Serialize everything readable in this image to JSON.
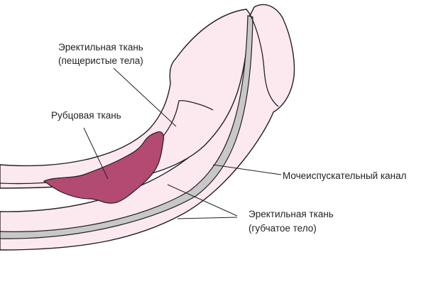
{
  "labels": {
    "erectile_cavernous_line1": "Эректильная ткань",
    "erectile_cavernous_line2": "(пещеристые тела)",
    "scar_tissue": "Рубцовая ткань",
    "urethra": "Мочеиспускательный канал",
    "erectile_spongy_line1": "Эректильная ткань",
    "erectile_spongy_line2": "(губчатое тело)"
  },
  "colors": {
    "tissue_fill": "#fbe9ef",
    "urethra_fill": "#c8c8c8",
    "scar_fill": "#b24a72",
    "outline": "#231f20"
  }
}
